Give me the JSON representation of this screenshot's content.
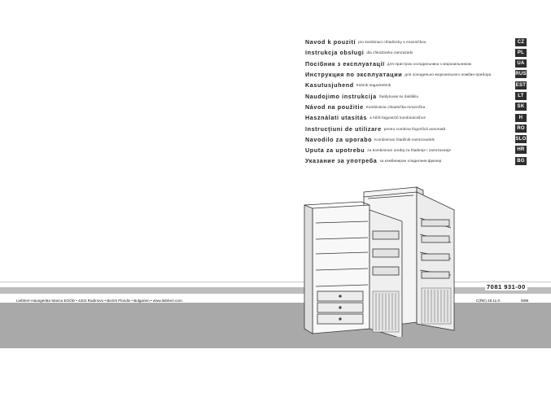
{
  "languages": [
    {
      "title": "Navod k pouzití",
      "subtitle": "pro kombinaci chladnicky s mrazničkou",
      "code": "CZ"
    },
    {
      "title": "Instrukcja obsługi",
      "subtitle": "dla chłodziarko-zamrażarki",
      "code": "PL"
    },
    {
      "title": "Посібник з експлуатації",
      "subtitle": "для пристрою холодильника з морозильником",
      "code": "UA"
    },
    {
      "title": "Инструкция по эксплуатации",
      "subtitle": "для холодильно-морозильного комбин-прибора",
      "code": "RUS"
    },
    {
      "title": "Kasutusjuhend",
      "subtitle": "Külmik-sügavkülmik",
      "code": "EST"
    },
    {
      "title": "Naudojimo instrukcija",
      "subtitle": "Šaldytuvas su šaldikliu",
      "code": "LT"
    },
    {
      "title": "Návod na použitie",
      "subtitle": "Kombinácia chladnička-mraznička",
      "code": "SK"
    },
    {
      "title": "Használati utasítás",
      "subtitle": "a hűtő-fagyasztó kombinációhoz",
      "code": "H"
    },
    {
      "title": "Instrucţiuni de utilizare",
      "subtitle": "pentru combina frigorifică automată",
      "code": "RO"
    },
    {
      "title": "Navodilo za uporabo",
      "subtitle": "Kombinirani hladilnik-zamrzovalnik",
      "code": "SLO"
    },
    {
      "title": "Uputa za upotrebu",
      "subtitle": "za kombinirani uređaj za hlađenje i zamrzavanje",
      "code": "HR"
    },
    {
      "title": "Указание за употреба",
      "subtitle": "за комбиниран хладилник-фризер",
      "code": "BG"
    }
  ],
  "doc_number": "7081 931-00",
  "footer_text": "Liebherr-Hausgeräte Marica EOOD • 4202 Radinovo • Bezirk Plovdiv • Bulgarien • www.liebherr.com",
  "date_code": "C(RE) 25.11.0",
  "small_code": "0808",
  "colors": {
    "band": "#a9a9a9",
    "code_box": "#2e2e2e"
  }
}
